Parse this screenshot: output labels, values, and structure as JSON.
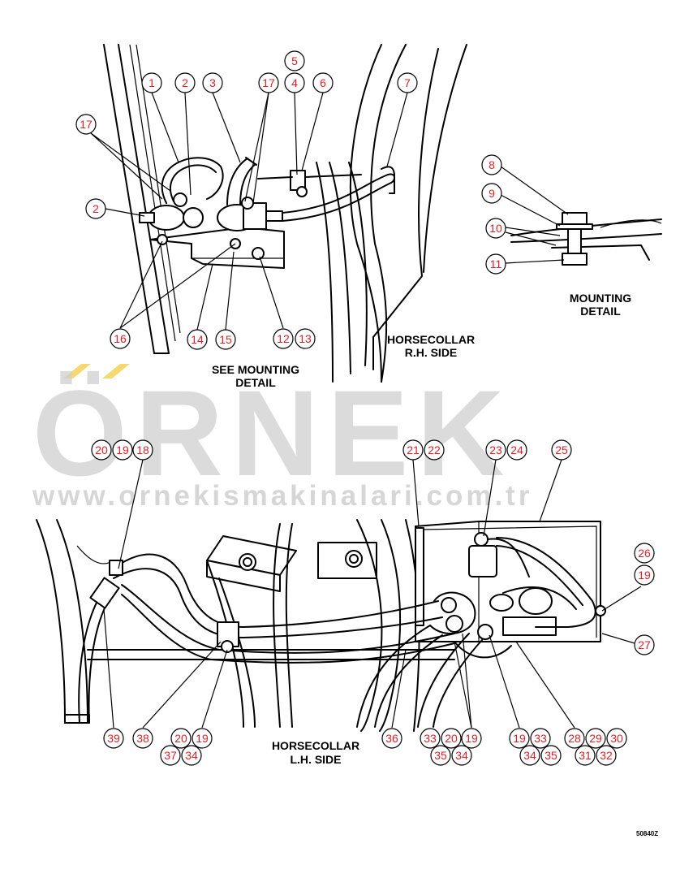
{
  "captions": {
    "horsecollar_rh_1": "HORSECOLLAR",
    "horsecollar_rh_2": "R.H. SIDE",
    "see_mounting_1": "SEE MOUNTING",
    "see_mounting_2": "DETAIL",
    "mounting_detail_1": "MOUNTING",
    "mounting_detail_2": "DETAIL",
    "horsecollar_lh_1": "HORSECOLLAR",
    "horsecollar_lh_2": "L.H. SIDE"
  },
  "figure_code": "50840Z",
  "watermark": {
    "brand": "ÖRNEK",
    "url": "www.ornekismakinalari.com.tr"
  },
  "colors": {
    "callout_number": "#d8232a",
    "watermark_gray": "#cfcfcf",
    "watermark_accent": "#f3d04c"
  },
  "callouts": {
    "top": [
      "1",
      "2",
      "3",
      "17",
      "4",
      "5",
      "6",
      "7",
      "17",
      "2",
      "16",
      "14",
      "15",
      "12",
      "13"
    ],
    "mounting": [
      "8",
      "9",
      "10",
      "11"
    ],
    "bottom": [
      "20",
      "19",
      "18",
      "21",
      "22",
      "23",
      "24",
      "25",
      "26",
      "19",
      "27",
      "39",
      "38",
      "20",
      "19",
      "37",
      "34",
      "36",
      "33",
      "20",
      "19",
      "35",
      "34",
      "19",
      "33",
      "34",
      "35",
      "28",
      "29",
      "30",
      "31",
      "32"
    ]
  }
}
